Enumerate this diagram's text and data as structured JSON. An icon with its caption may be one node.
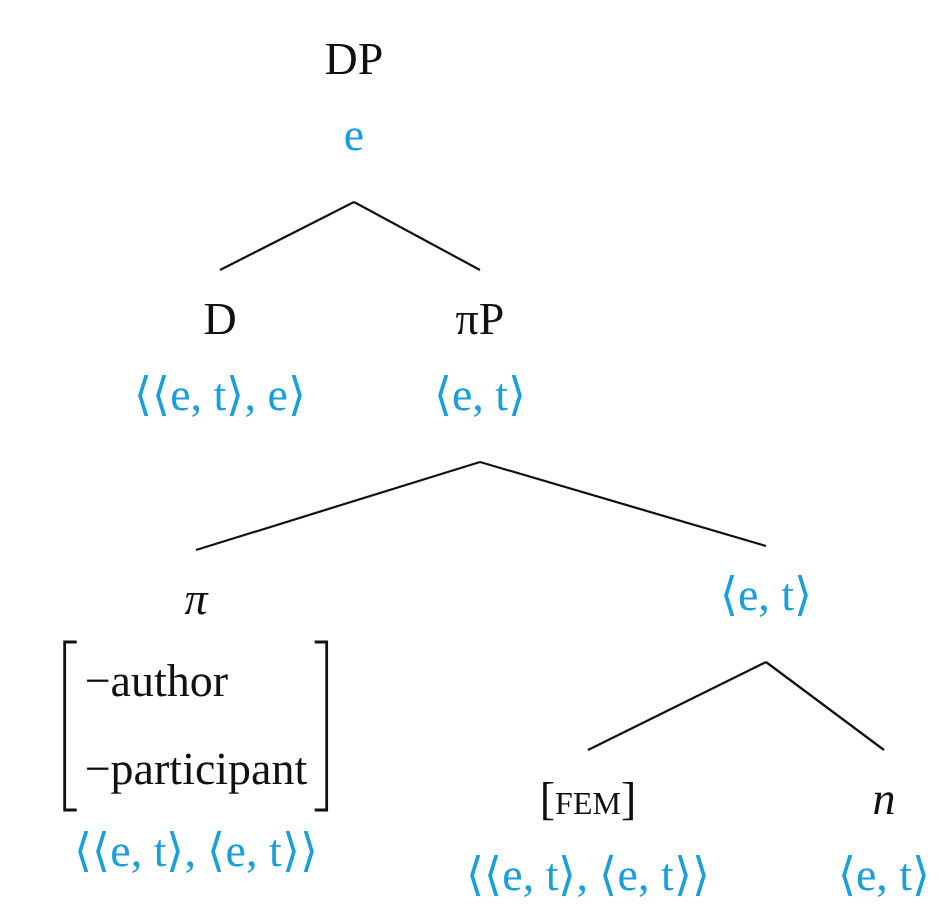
{
  "diagram": {
    "nodes": [
      {
        "text": [
          "DP",
          "e"
        ]
      },
      {
        "text": [
          "D",
          "⟨⟨e, t⟩, e⟩"
        ]
      },
      {
        "text": [
          "πP",
          "⟨e, t⟩"
        ]
      },
      {
        "text": [
          "*π*",
          "−author",
          "−participant",
          "⟨⟨e, t⟩, ⟨e, t⟩⟩"
        ]
      },
      {
        "text": [
          "⟨e, t⟩"
        ]
      },
      {
        "text": [
          "[fem]",
          "⟨⟨e, t⟩, ⟨e, t⟩⟩"
        ]
      },
      {
        "text": [
          "*n*",
          "⟨e, t⟩"
        ]
      }
    ],
    "edges": [
      {
        "from": 0,
        "to": 1,
        "arrow": "none"
      },
      {
        "from": 0,
        "to": 2,
        "arrow": "none"
      },
      {
        "from": 2,
        "to": 3,
        "arrow": "none"
      },
      {
        "from": 2,
        "to": 4,
        "arrow": "none"
      },
      {
        "from": 4,
        "to": 5,
        "arrow": "none"
      },
      {
        "from": 4,
        "to": 6,
        "arrow": "none"
      }
    ]
  }
}
